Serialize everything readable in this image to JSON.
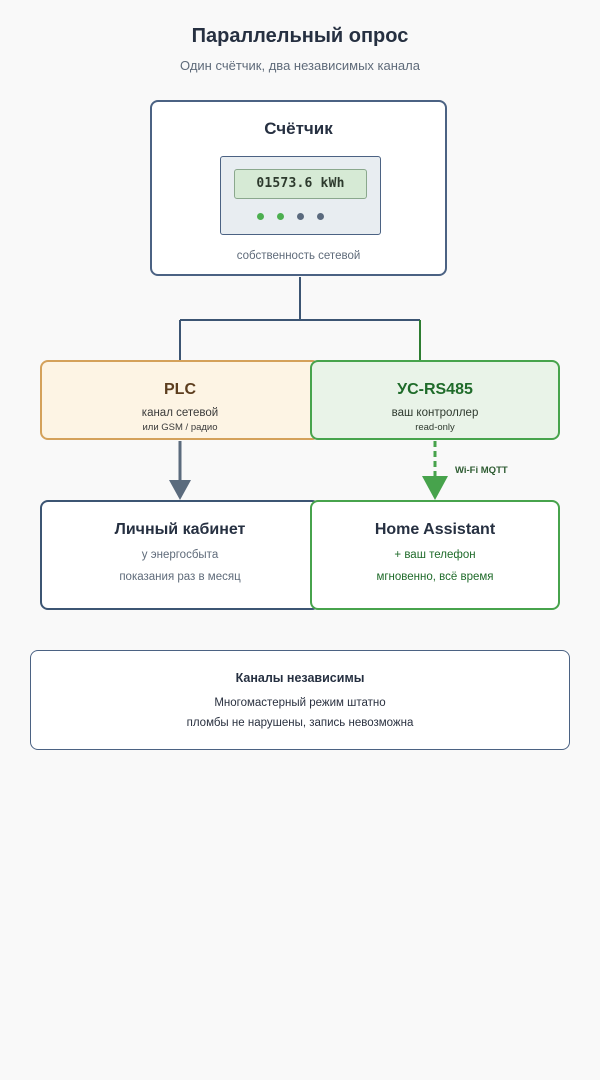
{
  "header": {
    "title": "Параллельный опрос",
    "subtitle": "Один счётчик, два независимых канала"
  },
  "meter": {
    "title": "Счётчик",
    "display": "01573.6 kWh",
    "owner": "собственность сетевой",
    "leds": [
      "#4caf50",
      "#4caf50",
      "#5a6a7e",
      "#5a6a7e"
    ]
  },
  "plc": {
    "title": "PLC",
    "line1": "канал сетевой",
    "line2": "или GSM / радио"
  },
  "rs485": {
    "title": "УС-RS485",
    "line1": "ваш контроллер",
    "line2": "read-only"
  },
  "link": {
    "label": "Wi-Fi MQTT"
  },
  "cabinet": {
    "title": "Личный кабинет",
    "line1": "у энергосбыта",
    "line2": "показания раз в месяц"
  },
  "home_assistant": {
    "title": "Home Assistant",
    "line1": "+ ваш телефон",
    "line2": "мгновенно, всё время"
  },
  "note": {
    "title": "Каналы независимы",
    "line1": "Многомастерный режим штатно",
    "line2": "пломбы не нарушены, запись невозможна"
  },
  "colors": {
    "navy": "#4b6283",
    "green": "#47a34c",
    "orange": "#d4a15a",
    "arrow_gray": "#5b6b7d"
  }
}
